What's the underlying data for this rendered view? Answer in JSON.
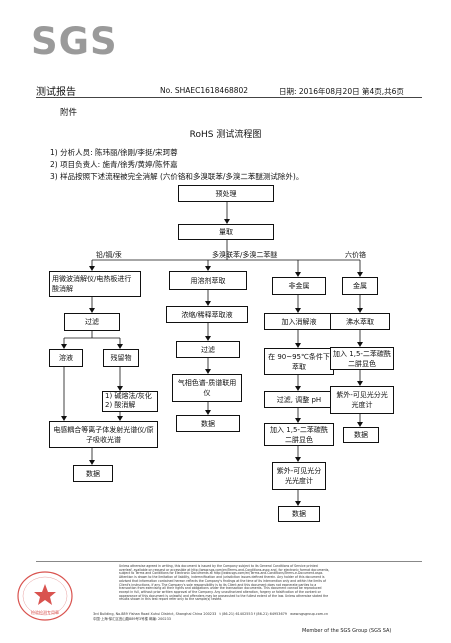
{
  "header": {
    "logo": "SGS",
    "title": "测试报告",
    "report_no": "No. SHAEC1618468802",
    "date": "日期: 2016年08月20日",
    "page": "第4页,共6页"
  },
  "annex": "附件",
  "flow_title": "RoHS 测试流程图",
  "notes": [
    "1) 分析人员: 陈玮丽/徐刚/李挺/宋珂蓉",
    "2) 项目负责人: 施青/徐秀/黄婷/陈怀嘉",
    "3) 样品按照下述流程被完全消解 (六价铬和多溴联苯/多溴二苯醚测试除外)。"
  ],
  "flow": {
    "pre": "预处理",
    "weigh": "量取",
    "branch_labels": {
      "metals": "铅/镉/汞",
      "pbb": "多溴联苯/多溴二苯醚",
      "cr6": "六价铬"
    },
    "metals": {
      "digest": "用微波消解仪/电热板进行酸消解",
      "filter": "过滤",
      "solution": "溶液",
      "residue": "残留物",
      "residue_steps": [
        "1) 碱熔法/灰化",
        "2) 酸消解"
      ],
      "icp": "电感耦合等离子体发射光谱仪/原子吸收光谱",
      "data": "数据"
    },
    "pbb": {
      "extract": "用溶剂萃取",
      "concentrate": "浓缩/稀释萃取液",
      "filter": "过滤",
      "gcms": "气相色谱-质谱联用仪",
      "data": "数据"
    },
    "cr6_nonmetal": {
      "head": "非金属",
      "add_solution": "加入消解液",
      "heat": "在 90~95℃条件下萃取",
      "filter_ph": "过滤, 调整 pH",
      "add_dpc": "加入 1,5-二苯碳酰二肼显色",
      "uv": "紫外-可见光分光光度计",
      "data": "数据"
    },
    "cr6_metal": {
      "head": "金属",
      "boil": "沸水萃取",
      "add_dpc": "加入 1,5-二苯碳酰二肼显色",
      "uv": "紫外-可见光分光光度计",
      "data": "数据"
    }
  },
  "footer": {
    "stamp_text": "检验检测专用章",
    "terms_lines": [
      "Unless otherwise agreed in writing, this document is issued by the Company subject to its General Conditions of Service printed",
      "overleaf, available on request or accessible at http://www.sgs.com/en/Terms-and-Conditions.aspx and, for electronic format documents,",
      "subject to Terms and Conditions for Electronic Documents at http://www.sgs.com/en/Terms-and-Conditions/Terms-e-Document.aspx.",
      "Attention is drawn to the limitation of liability, indemnification and jurisdiction issues defined therein. Any holder of this document is",
      "advised that information contained hereon reflects the Company's findings at the time of its intervention only and within the limits of",
      "Client's instructions, if any. The Company's sole responsibility is to its Client and this document does not exonerate parties to a",
      "transaction from exercising all their rights and obligations under the transaction documents. This document cannot be reproduced",
      "except in full, without prior written approval of the Company. Any unauthorized alteration, forgery or falsification of the content or",
      "appearance of this document is unlawful and offenders may be prosecuted to the fullest extent of the law. Unless otherwise stated the",
      "results shown in this test report refer only to the sample(s) tested."
    ],
    "address_en": "3rd Building, No.889 Yishan Road Xuhui District, Shanghai China 200233",
    "address_cn": "中国·上海·徐汇区宜山路889号3号楼 邮编: 200233",
    "phone": "t (86-21) 61402553  f (86-21) 64953679",
    "web": "www.sgsgroup.com.cn",
    "member": "Member of the SGS Group (SGS SA)"
  }
}
